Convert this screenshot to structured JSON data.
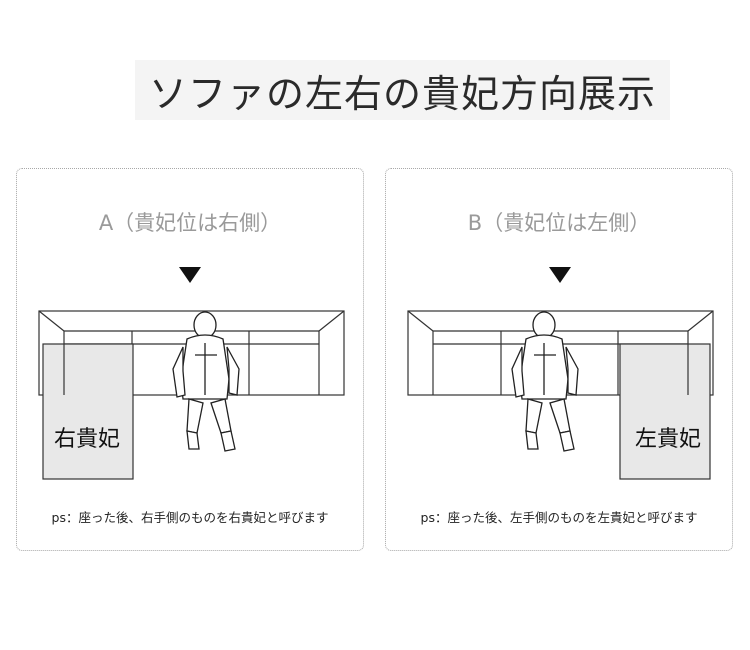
{
  "title": "ソファの左右の貴妃方向展示",
  "panels": [
    {
      "heading": "A（貴妃位は右側）",
      "chaise_label": "右貴妃",
      "chaise_side": "left",
      "note": "ps：座った後、右手側のものを右貴妃と呼びます"
    },
    {
      "heading": "B（貴妃位は左側）",
      "chaise_label": "左貴妃",
      "chaise_side": "right",
      "note": "ps：座った後、左手側のものを左貴妃と呼びます"
    }
  ],
  "colors": {
    "chaise_fill": "#e8e8e8",
    "outline": "#333333",
    "arrow": "#111111"
  },
  "icons": [
    "down-triangle-icon",
    "person-figure-icon"
  ]
}
